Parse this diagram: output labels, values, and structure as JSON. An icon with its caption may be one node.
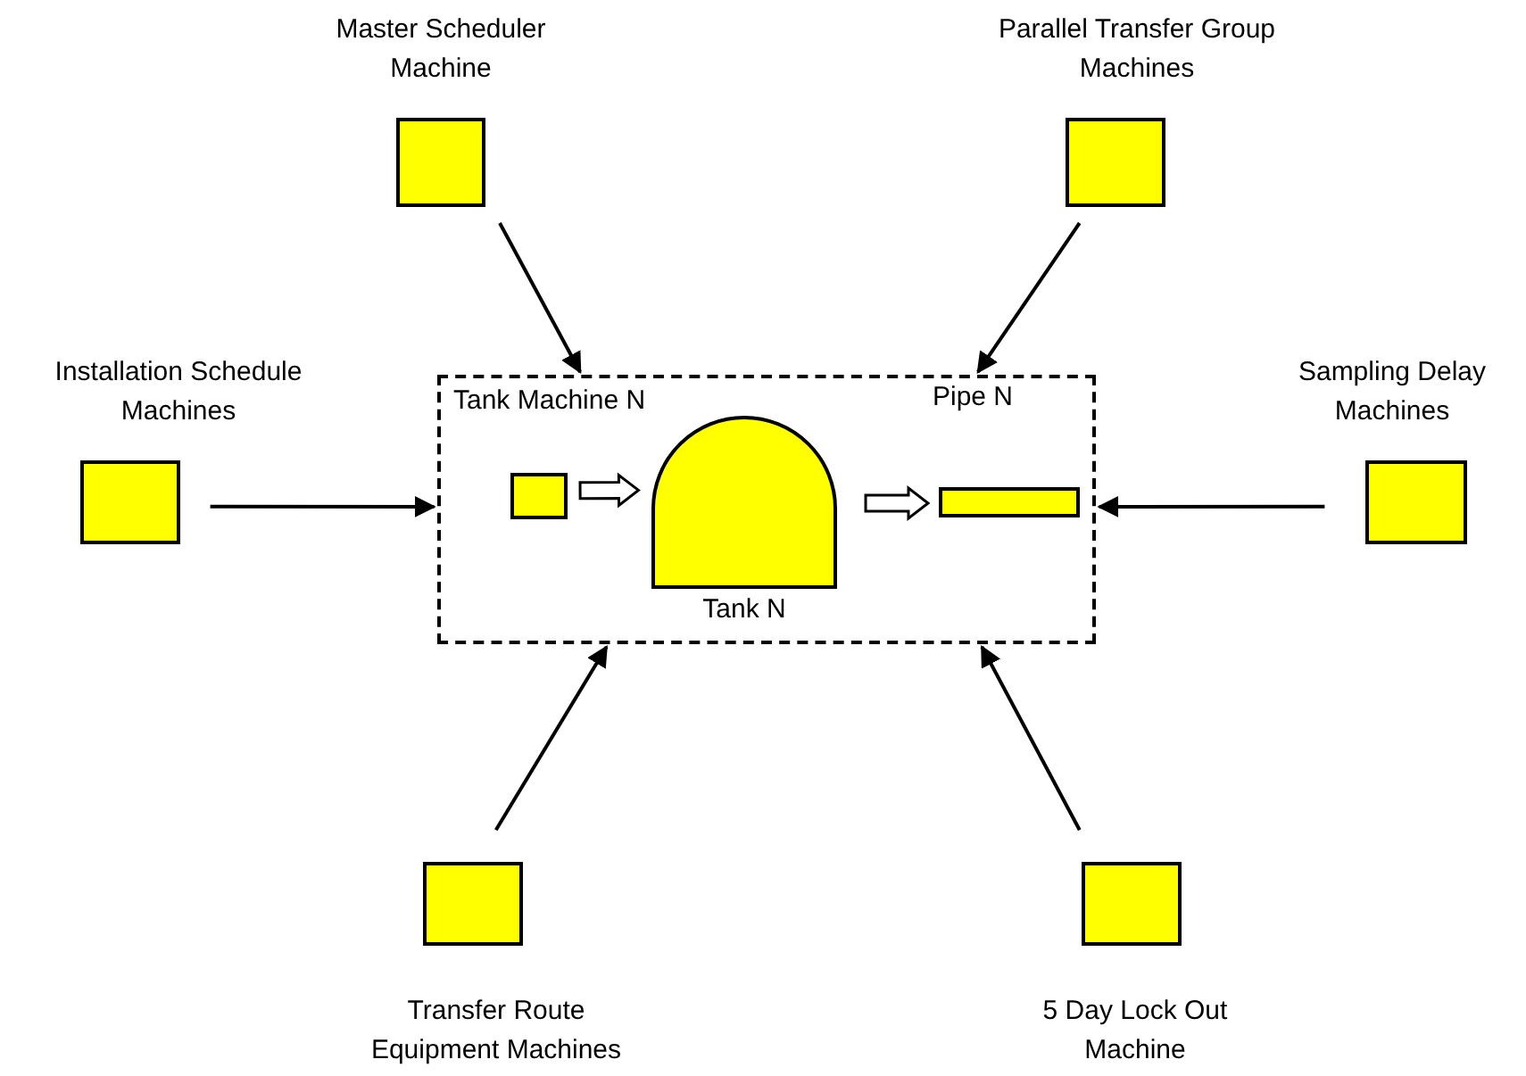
{
  "diagram": {
    "nodes": [
      {
        "text": [
          "Master Scheduler Machine"
        ]
      },
      {
        "text": [
          "Parallel Transfer Group Machines"
        ]
      },
      {
        "text": [
          "Installation Schedule Machines"
        ]
      },
      {
        "text": [
          "Tank Machine N"
        ]
      },
      {
        "text": [],
        "shape": "box",
        "in": 3
      },
      {
        "text": [
          "Tank N"
        ],
        "in": 3
      },
      {
        "text": [
          "Pipe N"
        ],
        "in": 3
      },
      {
        "text": [
          "Sampling Delay Machines"
        ]
      },
      {
        "text": [
          "Transfer Route Equipment Machines"
        ]
      },
      {
        "text": [
          "5 Day Lock Out Machine"
        ]
      }
    ],
    "edges": [
      {
        "from": 0,
        "to": 3,
        "arrow": "to"
      },
      {
        "from": 1,
        "to": 3,
        "arrow": "to"
      },
      {
        "from": 2,
        "to": 3,
        "arrow": "to"
      },
      {
        "from": 7,
        "to": 3,
        "arrow": "to"
      },
      {
        "from": 8,
        "to": 3,
        "arrow": "to"
      },
      {
        "from": 9,
        "to": 3,
        "arrow": "to"
      },
      {
        "from": 4,
        "to": 5,
        "arrow": "to",
        "style": "thick"
      },
      {
        "from": 5,
        "to": 6,
        "arrow": "to",
        "style": "thick"
      }
    ]
  }
}
